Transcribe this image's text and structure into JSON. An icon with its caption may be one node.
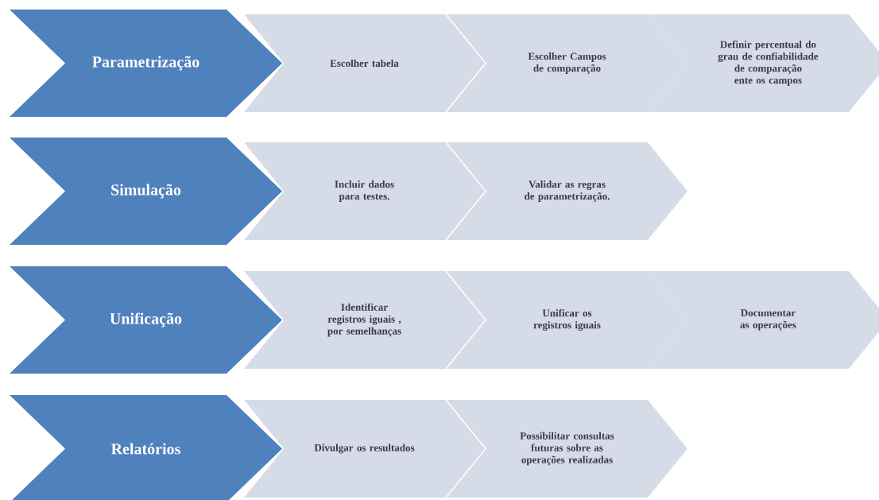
{
  "diagram": {
    "nodes": [
      {
        "text": [
          "Parametrização"
        ]
      },
      {
        "text": [
          "Escolher tabela"
        ]
      },
      {
        "text": [
          "Escolher Campos de comparação"
        ]
      },
      {
        "text": [
          "Definir percentual do grau de confiabilidade de comparação ente os campos"
        ]
      },
      {
        "text": [
          "Simulação"
        ]
      },
      {
        "text": [
          "Incluir dados para testes."
        ]
      },
      {
        "text": [
          "Validar as regras de parametrização."
        ]
      },
      {
        "text": [
          "Unificação"
        ]
      },
      {
        "text": [
          "Identificar registros iguais , por semelhanças"
        ]
      },
      {
        "text": [
          "Unificar os registros iguais"
        ]
      },
      {
        "text": [
          "Documentar as operações"
        ]
      },
      {
        "text": [
          "Relatórios"
        ]
      },
      {
        "text": [
          "Divulgar os resultados"
        ]
      },
      {
        "text": [
          "Possibilitar consultas futuras sobre as operações realizadas"
        ]
      }
    ]
  }
}
